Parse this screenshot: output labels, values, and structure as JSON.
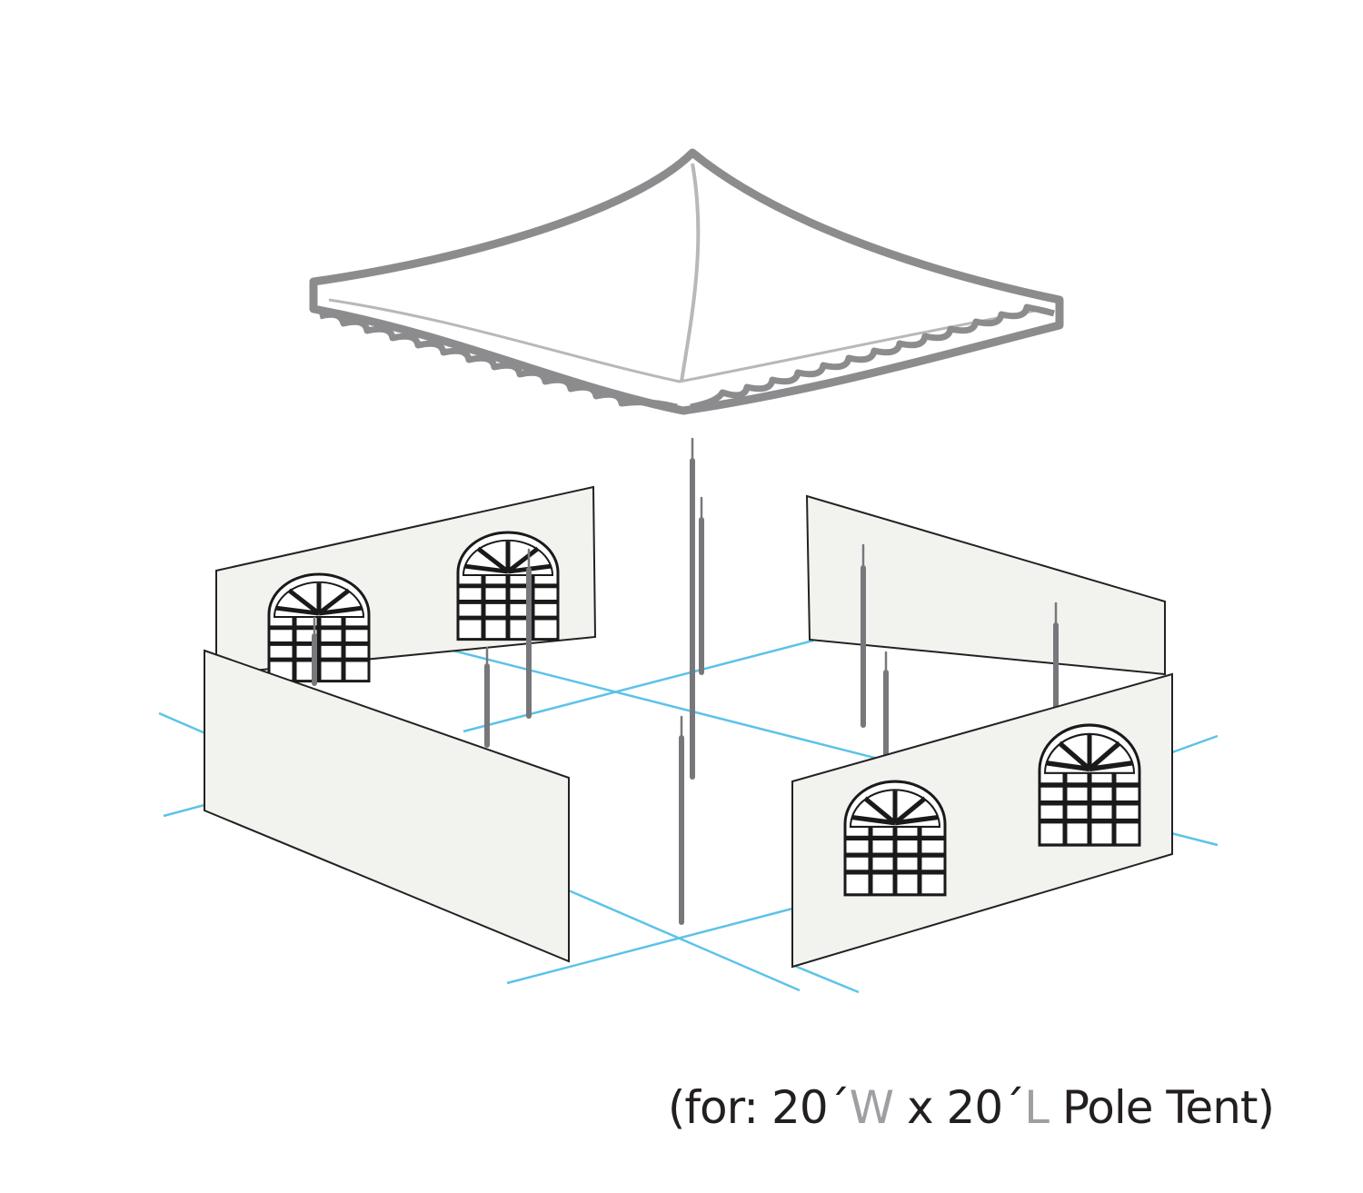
{
  "caption": {
    "open": "(for: 20´",
    "w": "W",
    "mid": " x 20´",
    "l": "L",
    "close": " Pole Tent)"
  },
  "colors": {
    "guide_line": "#5cc3e8",
    "canopy_outline": "#8c8c8e",
    "panel_fill": "#f2f2ef",
    "panel_edge": "#222222",
    "pole": "#77787b",
    "caption_text": "#231f20",
    "caption_dim": "#9d9fa2"
  }
}
